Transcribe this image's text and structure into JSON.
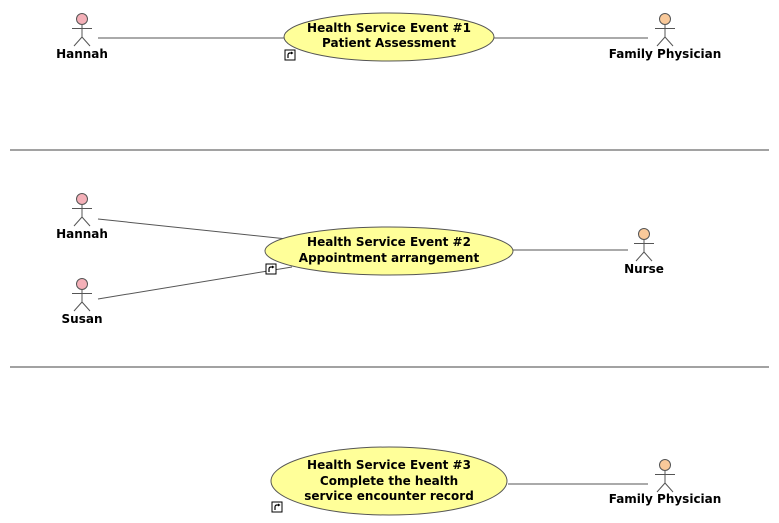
{
  "colors": {
    "actor_pink": "#f4b0b8",
    "actor_orange": "#f9c99a",
    "usecase_fill": "#ffff99",
    "stroke": "#555555",
    "separator": "#444444"
  },
  "icons": {
    "link_marker": "arrow-link-icon",
    "actor": "stick-figure-icon"
  },
  "sections": [
    {
      "actors": [
        {
          "id": "hannah",
          "label": "Hannah",
          "color": "pink"
        },
        {
          "id": "family-physician",
          "label": "Family Physician",
          "color": "orange"
        }
      ],
      "use_case": {
        "lines": [
          "Health Service Event #1",
          "Patient Assessment"
        ]
      }
    },
    {
      "actors": [
        {
          "id": "hannah",
          "label": "Hannah",
          "color": "pink"
        },
        {
          "id": "susan",
          "label": "Susan",
          "color": "pink"
        },
        {
          "id": "nurse",
          "label": "Nurse",
          "color": "orange"
        }
      ],
      "use_case": {
        "lines": [
          "Health Service Event #2",
          "Appointment arrangement"
        ]
      }
    },
    {
      "actors": [
        {
          "id": "family-physician",
          "label": "Family Physician",
          "color": "orange"
        }
      ],
      "use_case": {
        "lines": [
          "Health Service Event #3",
          "Complete the health",
          "service encounter record"
        ]
      }
    }
  ]
}
